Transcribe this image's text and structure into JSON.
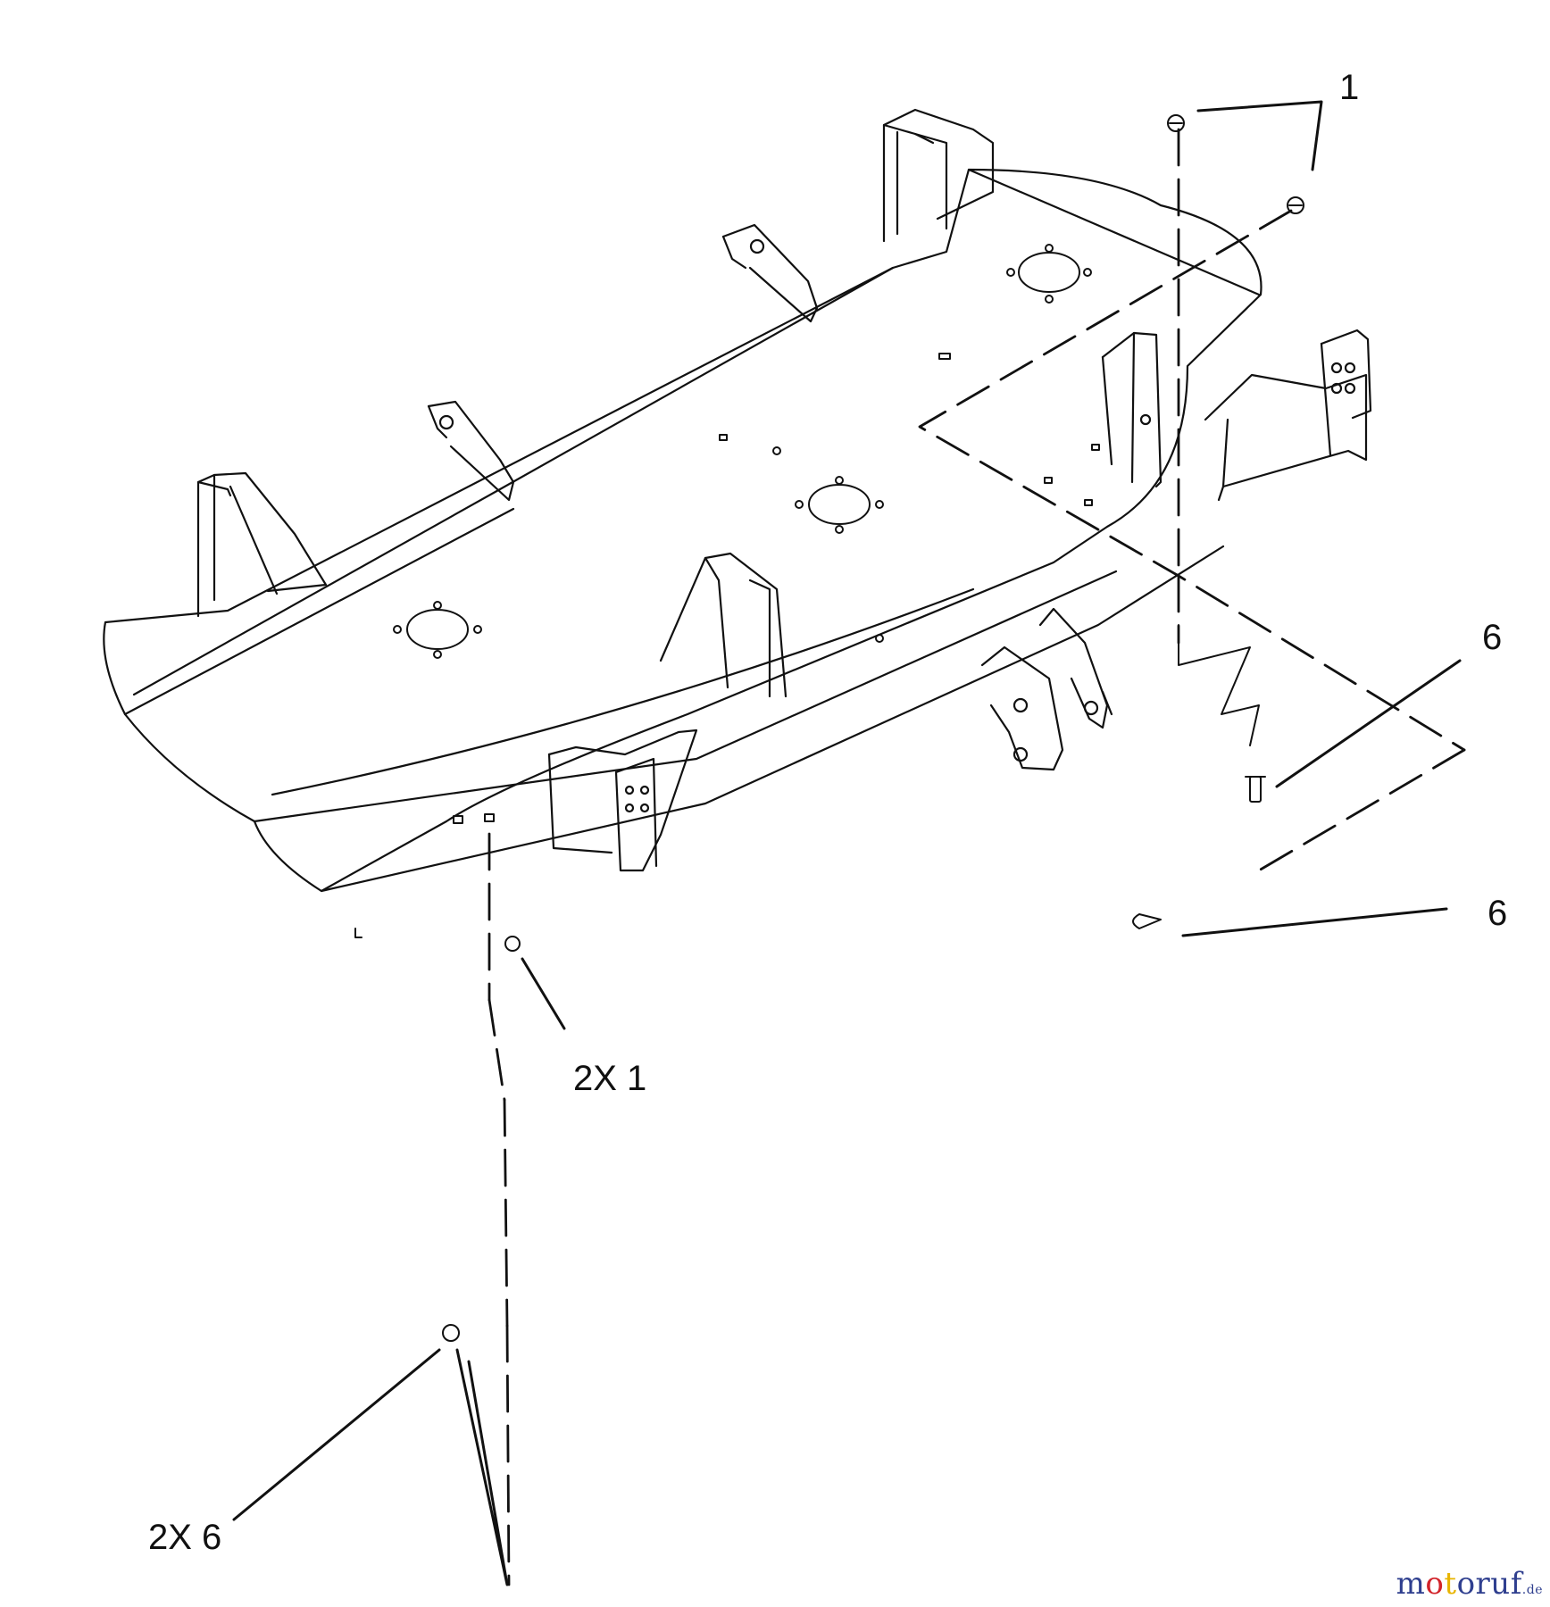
{
  "diagram": {
    "callouts": {
      "top_right": "1",
      "right_upper": "6",
      "right_lower": "6",
      "center": "2X 1",
      "bottom_left": "2X 6"
    },
    "watermark": {
      "part1": "m",
      "part2": "o",
      "part3": "t",
      "part4": "oruf",
      "suffix": ".de"
    },
    "colors": {
      "line": "#111111",
      "paper": "#ffffff",
      "brand_blue": "#2f3f8f",
      "brand_red": "#d2232a",
      "brand_yellow": "#e8b400"
    }
  }
}
